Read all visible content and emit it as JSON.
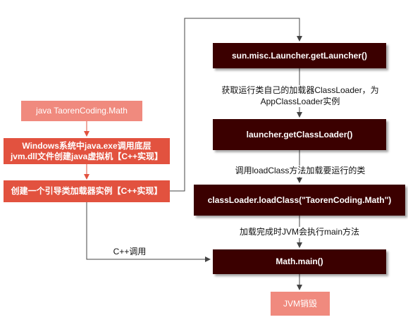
{
  "nodes": {
    "java_cmd": "java TaorenCoding.Math",
    "windows_jvm_line1": "Windows系统中java.exe调用底层",
    "windows_jvm_line2": "jvm.dll文件创建java虚拟机【C++实现】",
    "bootstrap_loader": "创建一个引导类加载器实例【C++实现】",
    "get_launcher": "sun.misc.Launcher.getLauncher()",
    "get_class_loader": "launcher.getClassLoader()",
    "load_class": "classLoader.loadClass(\"TaorenCoding.Math\")",
    "math_main": "Math.main()",
    "jvm_destroy": "JVM销毁"
  },
  "edge_labels": {
    "launcher_to_loader_line1": "获取运行类自己的加载器ClassLoader，为",
    "launcher_to_loader_line2": "AppClassLoader实例",
    "loader_to_loadclass": "调用loadClass方法加载要运行的类",
    "loadclass_to_main": "加载完成时JVM会执行main方法",
    "cpp_call": "C++调用"
  },
  "colors": {
    "light_node": "#f08a7e",
    "red_node": "#e2523f",
    "dark_node": "#3b0000",
    "arrow_red": "#e2523f",
    "arrow_dark": "#444444"
  }
}
